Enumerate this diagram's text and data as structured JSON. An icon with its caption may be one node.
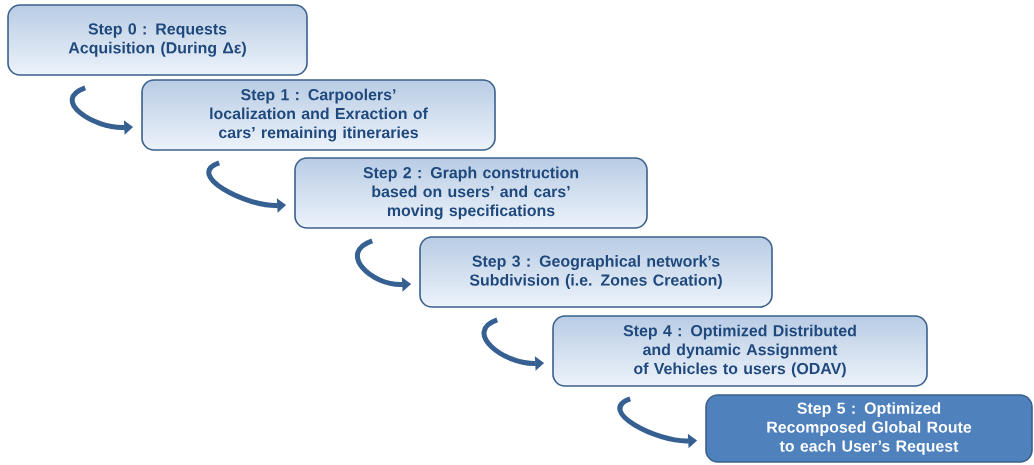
{
  "diagram": {
    "nodes": [
      {
        "text": [
          "Step 0 : Requests Acquisition (During Δε)"
        ]
      },
      {
        "text": [
          "Step 1 : Carpoolers’ localization and Exraction of cars’ remaining itineraries"
        ]
      },
      {
        "text": [
          "Step 2 : Graph construction based on users’ and cars’ moving specifications"
        ]
      },
      {
        "text": [
          "Step 3 : Geographical network’s Subdivision (i.e. Zones Creation)"
        ]
      },
      {
        "text": [
          "Step 4 : Optimized Distributed and dynamic Assignment of Vehicles to users (ODAV)"
        ]
      },
      {
        "text": [
          "Step 5 : Optimized Recomposed Global Route to each User’s Request"
        ]
      }
    ],
    "edges": [
      {
        "from": 0,
        "to": 1,
        "arrow": "to"
      },
      {
        "from": 1,
        "to": 2,
        "arrow": "to"
      },
      {
        "from": 2,
        "to": 3,
        "arrow": "to"
      },
      {
        "from": 3,
        "to": 4,
        "arrow": "to"
      },
      {
        "from": 4,
        "to": 5,
        "arrow": "to"
      }
    ]
  }
}
